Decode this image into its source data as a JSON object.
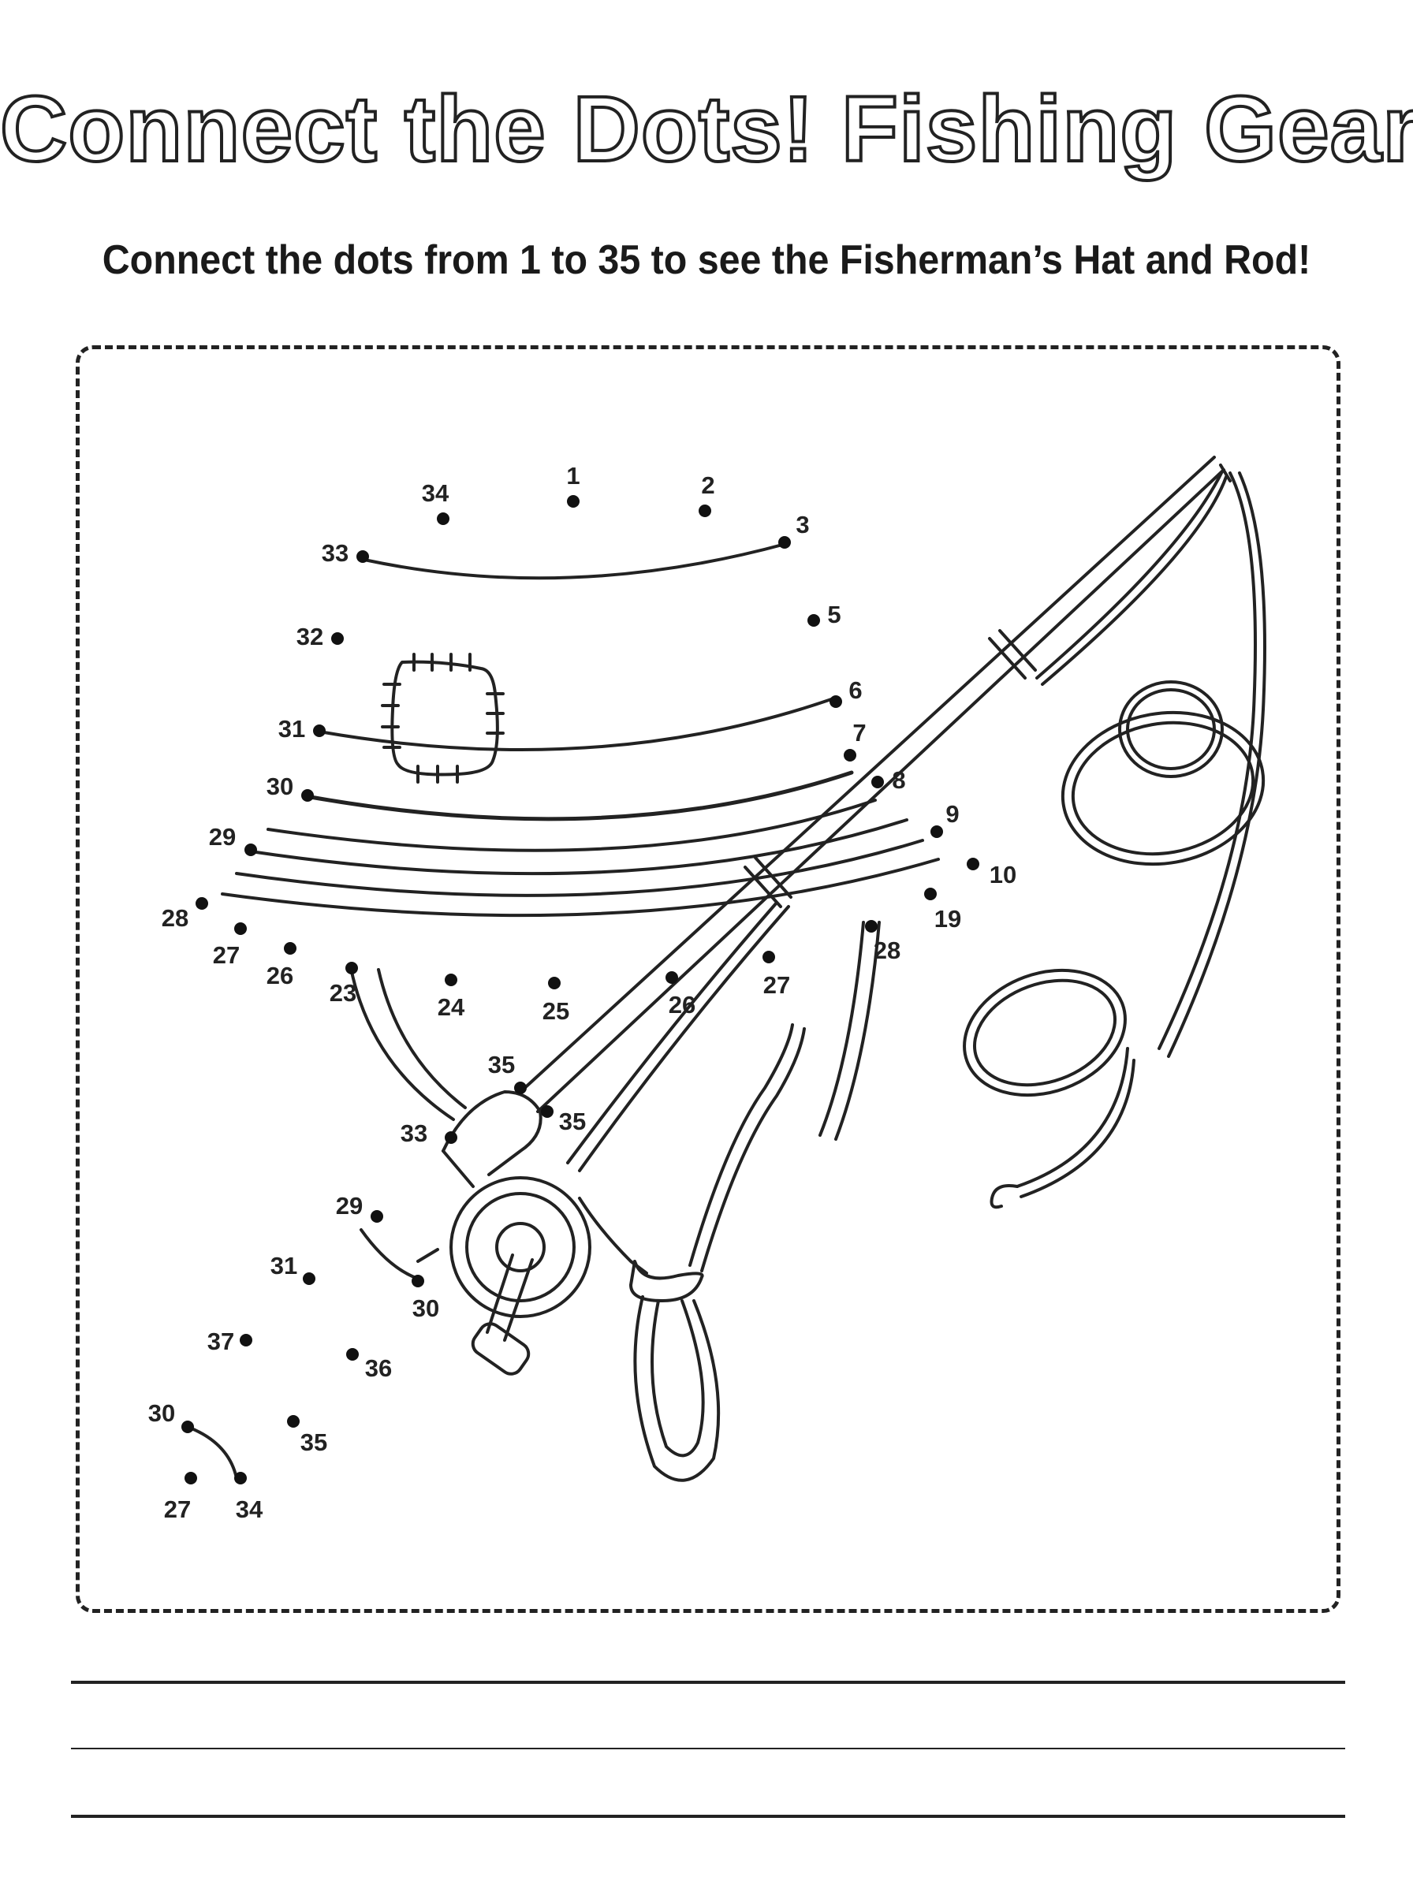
{
  "page": {
    "title": "Connect the Dots! Fishing Gear",
    "subtitle": "Connect the dots from 1 to 35 to see the Fisherman’s Hat and Rod!"
  },
  "dots": [
    {
      "label": "1"
    },
    {
      "label": "2"
    },
    {
      "label": "3"
    },
    {
      "label": "5"
    },
    {
      "label": "6"
    },
    {
      "label": "7"
    },
    {
      "label": "8"
    },
    {
      "label": "9"
    },
    {
      "label": "10"
    },
    {
      "label": "19"
    },
    {
      "label": "28"
    },
    {
      "label": "27"
    },
    {
      "label": "26"
    },
    {
      "label": "25"
    },
    {
      "label": "24"
    },
    {
      "label": "23"
    },
    {
      "label": "26"
    },
    {
      "label": "27"
    },
    {
      "label": "28"
    },
    {
      "label": "29"
    },
    {
      "label": "30"
    },
    {
      "label": "31"
    },
    {
      "label": "32"
    },
    {
      "label": "33"
    },
    {
      "label": "34"
    },
    {
      "label": "35"
    },
    {
      "label": "35"
    },
    {
      "label": "33"
    },
    {
      "label": "29"
    },
    {
      "label": "30"
    },
    {
      "label": "31"
    },
    {
      "label": "37"
    },
    {
      "label": "36"
    },
    {
      "label": "30"
    },
    {
      "label": "35"
    },
    {
      "label": "27"
    },
    {
      "label": "34"
    },
    {
      "label": "35"
    }
  ]
}
